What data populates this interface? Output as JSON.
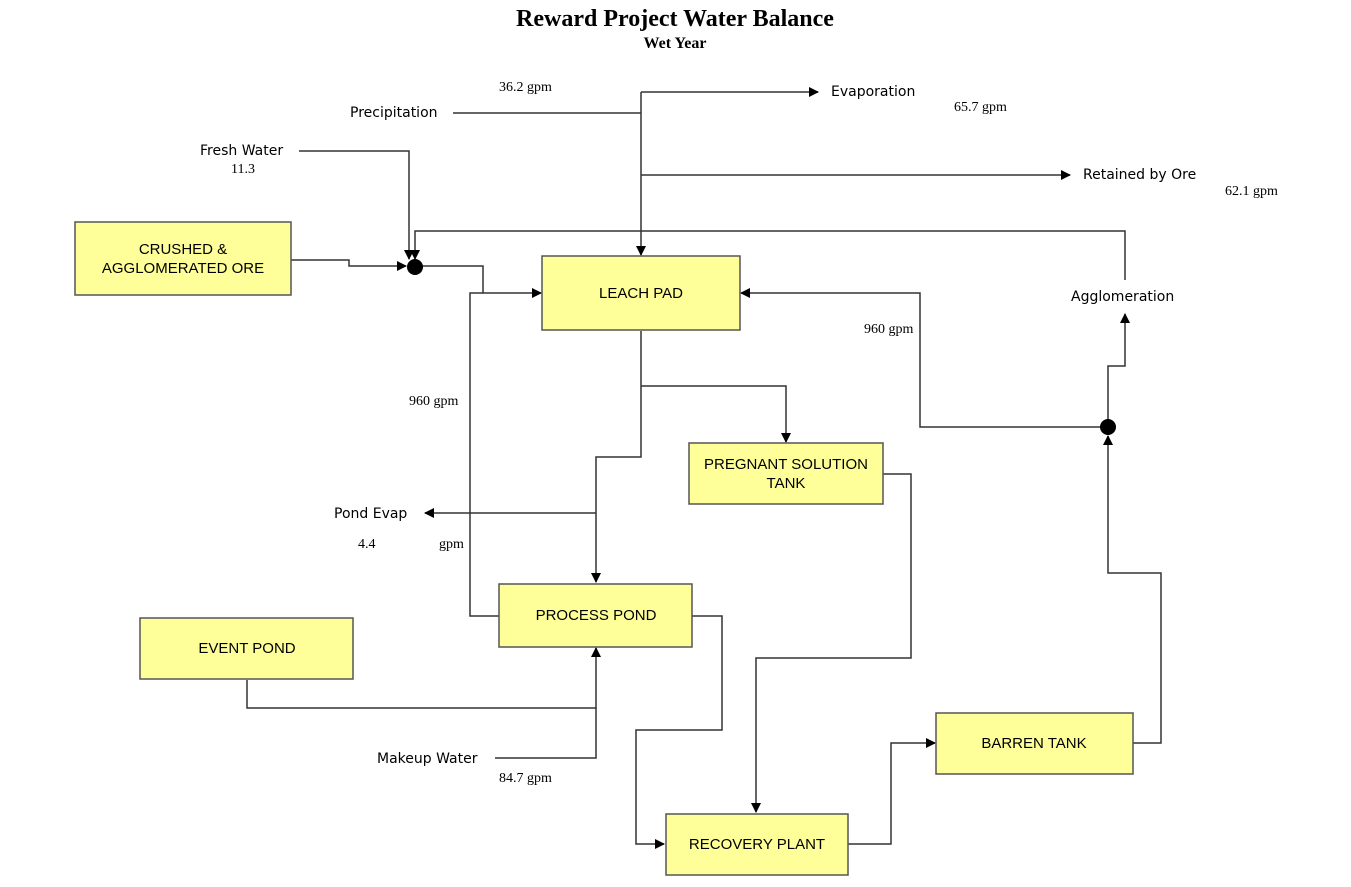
{
  "header": {
    "title": "Reward Project Water Balance",
    "subtitle": "Wet Year"
  },
  "boxes": {
    "crushed_ore": [
      "CRUSHED &",
      "AGGLOMERATED ORE"
    ],
    "leach_pad": [
      "LEACH PAD"
    ],
    "pregnant_tank": [
      "PREGNANT SOLUTION",
      "TANK"
    ],
    "process_pond": [
      "PROCESS POND"
    ],
    "event_pond": [
      "EVENT POND"
    ],
    "recovery_plant": [
      "RECOVERY PLANT"
    ],
    "barren_tank": [
      "BARREN TANK"
    ]
  },
  "labels": {
    "precipitation": "Precipitation",
    "precipitation_value": "36.2",
    "fresh_water": "Fresh Water",
    "fresh_water_value": "11.3",
    "evaporation": "Evaporation",
    "evaporation_value": "65.7",
    "retained": "Retained by Ore",
    "retained_value": "62.1",
    "agglomeration": "Agglomeration",
    "leach_return_value": "960",
    "pond_to_pad_value": "960",
    "pond_evap": "Pond Evap",
    "pond_evap_value": "4.4",
    "makeup_water": "Makeup Water",
    "makeup_value": "84.7",
    "unit": "gpm"
  },
  "colors": {
    "box_fill": "#ffff99",
    "box_border": "#555555",
    "line": "#333333"
  }
}
